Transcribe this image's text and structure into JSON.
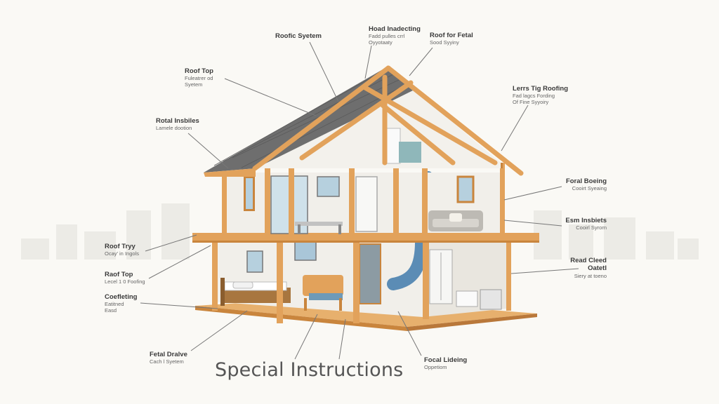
{
  "title": "Special Instructions",
  "colors": {
    "wood": "#e2a25b",
    "wood_dark": "#c9853d",
    "roof": "#6e6e6e",
    "wall": "#f1efea",
    "floor": "#e7b06d",
    "duct": "#5b8cb5"
  },
  "labels": [
    {
      "id": "roofic-system",
      "title": "Roofic Syetem",
      "sub": ""
    },
    {
      "id": "head-insulating",
      "title": "Hoad Inadecting",
      "sub": "Fadd pulles crrl",
      "sub2": "Oyyotaaty"
    },
    {
      "id": "roof-for-fetal",
      "title": "Roof for Fetal",
      "sub": "Sood Syyiny"
    },
    {
      "id": "roof-top-1",
      "title": "Roof Top",
      "sub": "Fuleatrer od",
      "sub2": "Syetem"
    },
    {
      "id": "lerrs-tig-roofing",
      "title": "Lerrs Tig Roofing",
      "sub": "Fad lagcs Fording",
      "sub2": "Of Fine Syyoiry"
    },
    {
      "id": "rotal-insbiles",
      "title": "Rotal Insbiles",
      "sub": "Lamele dootion"
    },
    {
      "id": "foral-boeing",
      "title": "Foral Boeing",
      "sub": "Cooirt Syeaing"
    },
    {
      "id": "esm-insbiets",
      "title": "Esm Insbiets",
      "sub": "Cooirl Syrorn"
    },
    {
      "id": "roof-try",
      "title": "Roof Tryy",
      "sub": "Ocay' in Ingols"
    },
    {
      "id": "roof-top-2",
      "title": "Raof Top",
      "sub": "Lecel 1 0 Foofing"
    },
    {
      "id": "reed-cleed",
      "title": "Read Cleed",
      "sub": "Oatetl",
      "sub2": "Siery at toeno"
    },
    {
      "id": "coefleting",
      "title": "Coefleting",
      "sub": "Eatitned",
      "sub2": "Easd"
    },
    {
      "id": "fetal-drive",
      "title": "Fetal Dralve",
      "sub": "Cach l Syetem"
    },
    {
      "id": "focal-lideing",
      "title": "Focal Lideing",
      "sub": "Oppetiom"
    }
  ]
}
